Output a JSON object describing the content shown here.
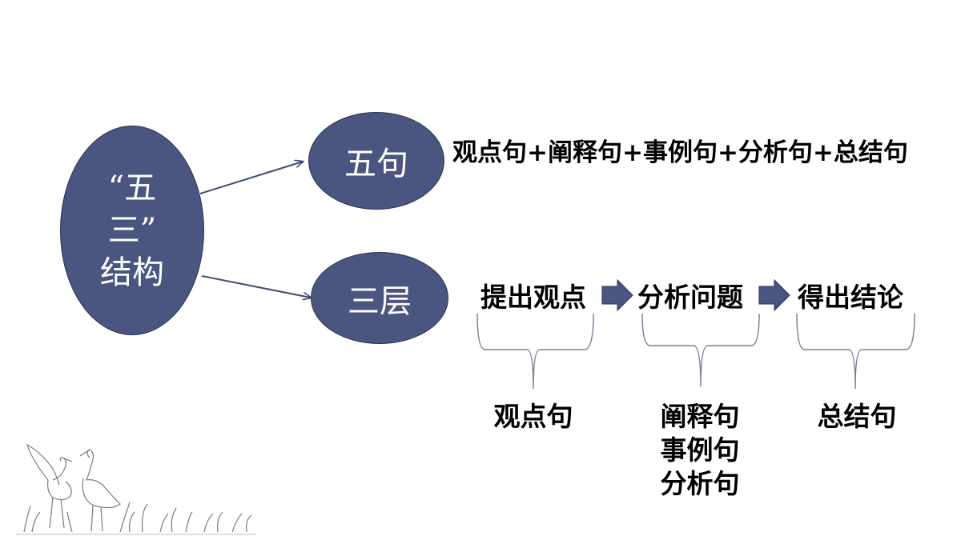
{
  "main_node": {
    "lines": [
      "“五",
      "三”",
      "结构"
    ]
  },
  "branches": {
    "wuju": {
      "label": "五句",
      "formula": "观点句+阐释句+事例句+分析句+总结句"
    },
    "sanceng": {
      "label": "三层",
      "steps": [
        "提出观点",
        "分析问题",
        "得出结论"
      ],
      "groups": [
        {
          "items": [
            "观点句"
          ]
        },
        {
          "items": [
            "阐释句",
            "事例句",
            "分析句"
          ]
        },
        {
          "items": [
            "总结句"
          ]
        }
      ]
    }
  },
  "colors": {
    "node_fill": "#4a5580",
    "node_stroke": "#27305a",
    "arrow": "#3d4a75",
    "bracket": "#7b8199"
  },
  "decoration": {
    "icon": "crane-ink-illustration-icon"
  }
}
